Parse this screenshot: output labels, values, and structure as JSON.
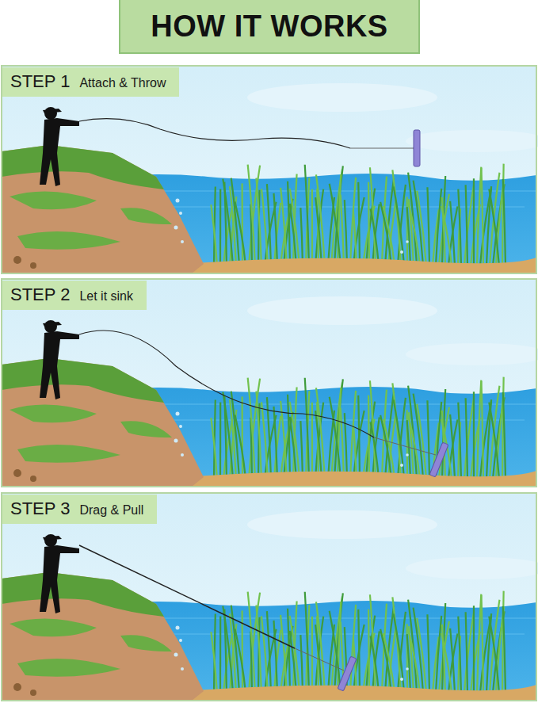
{
  "diagram": {
    "title": "HOW IT WORKS",
    "nodes": [
      {
        "text": [
          "STEP 1",
          "Attach & Throw"
        ]
      },
      {
        "text": [
          "STEP 2",
          "Let it sink"
        ]
      },
      {
        "text": [
          "STEP 3",
          "Drag & Pull"
        ]
      }
    ]
  }
}
